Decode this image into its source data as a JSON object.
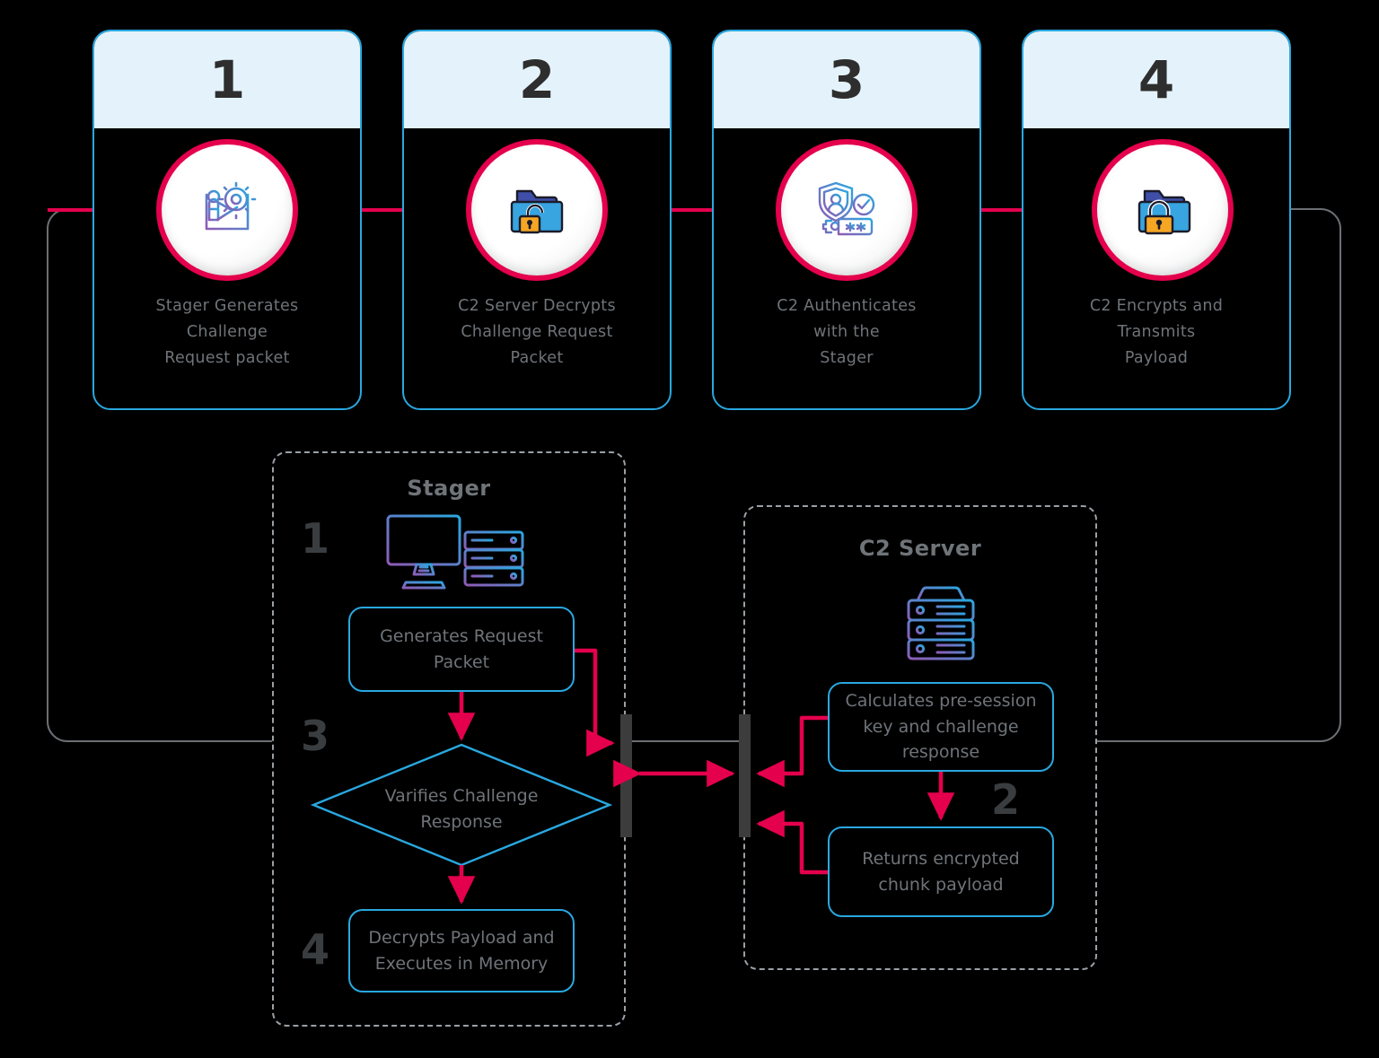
{
  "theme": {
    "background": "#000000",
    "accent_pink": "#e4004c",
    "accent_blue": "#29a8e0",
    "header_fill": "#e4f3fb",
    "text_gray": "#6f7479",
    "number_gray": "#2e2e2e",
    "dashed_gray": "#9aa0a6",
    "bar_gray": "#3c3c3c"
  },
  "steps": [
    {
      "number": "1",
      "label": "Stager Generates\nChallenge\nRequest packet",
      "icon": "person-gear-icon"
    },
    {
      "number": "2",
      "label": "C2 Server Decrypts\nChallenge Request\nPacket",
      "icon": "folder-unlocked-icon"
    },
    {
      "number": "3",
      "label": "C2 Authenticates\nwith the\nStager",
      "icon": "shield-user-password-icon"
    },
    {
      "number": "4",
      "label": "C2 Encrypts and\nTransmits\nPayload",
      "icon": "folder-locked-icon"
    }
  ],
  "stager_panel": {
    "title": "Stager",
    "icon": "monitor-server-icon",
    "nodes": [
      {
        "step": "1",
        "shape": "box",
        "label": "Generates Request\nPacket"
      },
      {
        "step": "3",
        "shape": "diamond",
        "label": "Varifies Challenge\nResponse"
      },
      {
        "step": "4",
        "shape": "box",
        "label": "Decrypts Payload and\nExecutes in Memory"
      }
    ]
  },
  "c2_panel": {
    "title": "C2 Server",
    "icon": "server-stack-icon",
    "nodes": [
      {
        "step": "",
        "shape": "box",
        "label": "Calculates pre-session\nkey and challenge\nresponse"
      },
      {
        "step": "2",
        "shape": "box",
        "label": "Returns encrypted\nchunk payload"
      }
    ]
  },
  "connectors": {
    "boundary_left": "network-boundary-bar-left",
    "boundary_right": "network-boundary-bar-right",
    "channel": "bidirectional-channel-arrow"
  }
}
